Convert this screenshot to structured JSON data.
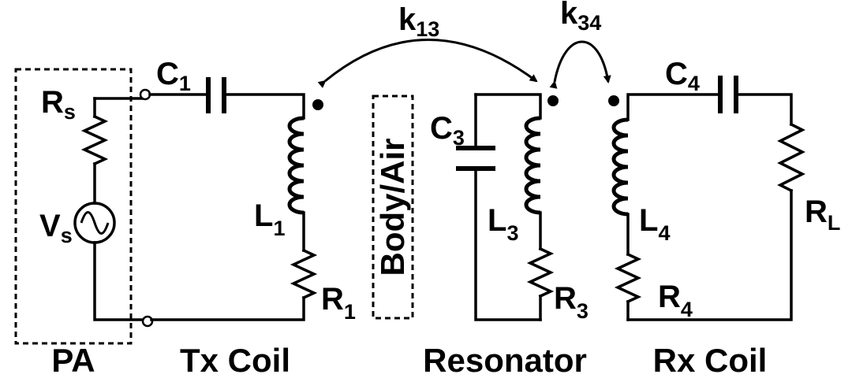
{
  "labels": {
    "rs": {
      "main": "R",
      "sub": "s"
    },
    "vs": {
      "main": "V",
      "sub": "s"
    },
    "c1": {
      "main": "C",
      "sub": "1"
    },
    "l1": {
      "main": "L",
      "sub": "1"
    },
    "r1": {
      "main": "R",
      "sub": "1"
    },
    "c3": {
      "main": "C",
      "sub": "3"
    },
    "l3": {
      "main": "L",
      "sub": "3"
    },
    "r3": {
      "main": "R",
      "sub": "3"
    },
    "c4": {
      "main": "C",
      "sub": "4"
    },
    "l4": {
      "main": "L",
      "sub": "4"
    },
    "r4": {
      "main": "R",
      "sub": "4"
    },
    "rl": {
      "main": "R",
      "sub": "L"
    },
    "k13": {
      "main": "k",
      "sub": "13"
    },
    "k34": {
      "main": "k",
      "sub": "34"
    }
  },
  "medium_label": "Body/Air",
  "blocks": {
    "pa": "PA",
    "tx": "Tx Coil",
    "resonator": "Resonator",
    "rx": "Rx Coil"
  }
}
